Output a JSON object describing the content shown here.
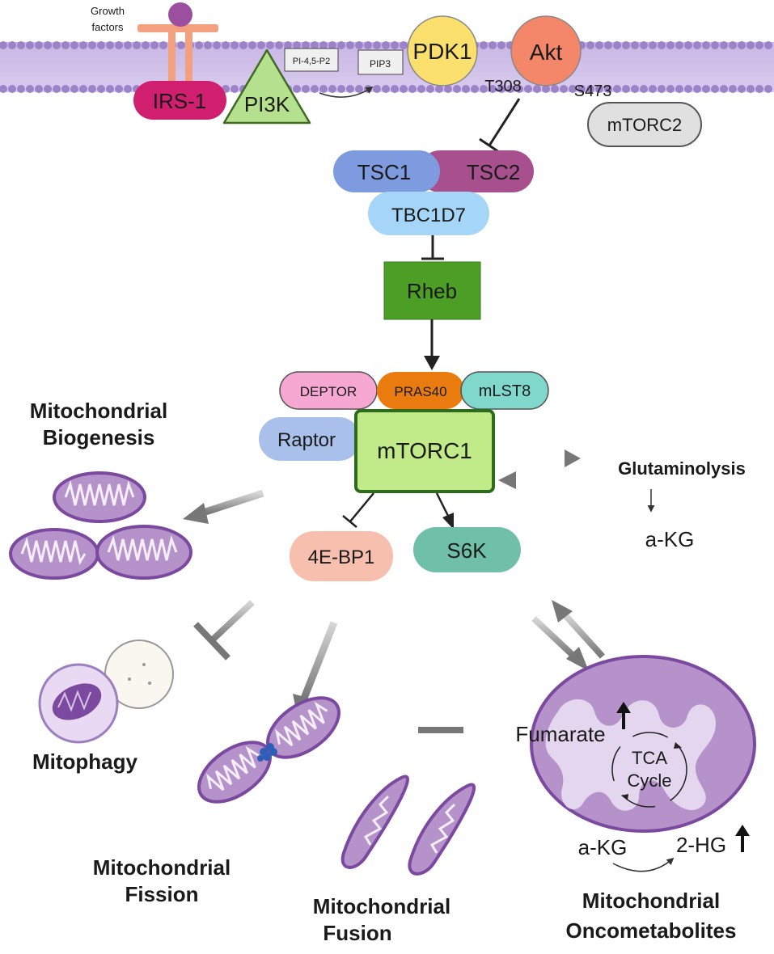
{
  "membrane": {
    "growth_factors_line1": "Growth",
    "growth_factors_line2": "factors",
    "pip2": "PI-4,5-P2",
    "pip3": "PIP3"
  },
  "nodes": {
    "irs1": "IRS-1",
    "pi3k": "PI3K",
    "pdk1": "PDK1",
    "akt": "Akt",
    "t308": "T308",
    "s473": "S473",
    "mtorc2": "mTORC2",
    "tsc1": "TSC1",
    "tsc2": "TSC2",
    "tbc1d7": "TBC1D7",
    "rheb": "Rheb",
    "deptor": "DEPTOR",
    "pras40": "PRAS40",
    "mlst8": "mLST8",
    "raptor": "Raptor",
    "mtorc1": "mTORC1",
    "ebp1": "4E-BP1",
    "s6k": "S6K"
  },
  "processes": {
    "glutaminolysis": "Glutaminolysis",
    "akg_top": "a-KG",
    "biogenesis_line1": "Mitochondrial",
    "biogenesis_line2": "Biogenesis",
    "mitophagy": "Mitophagy",
    "fission_line1": "Mitochondrial",
    "fission_line2": "Fission",
    "fusion_line1": "Mitochondrial",
    "fusion_line2": "Fusion",
    "onco_line1": "Mitochondrial",
    "onco_line2": "Oncometabolites",
    "fumarate": "Fumarate",
    "tca_line1": "TCA",
    "tca_line2": "Cycle",
    "akg_bottom": "a-KG",
    "hg2": "2-HG"
  },
  "colors": {
    "irs1": "#d01f6e",
    "pi3k": "#b5e08e",
    "pdk1": "#fbe06e",
    "akt": "#f4876a",
    "mtorc2": "#e0e0e0",
    "tsc1": "#7f9be0",
    "tsc2": "#a8508e",
    "tbc1d7": "#a6d6f7",
    "rheb": "#4c9e25",
    "deptor": "#f6a8d2",
    "pras40": "#ea7c0f",
    "mlst8": "#7fd8cb",
    "raptor": "#a9c1ea",
    "mtorc1": "#c1ea88",
    "ebp1": "#f7bfae",
    "s6k": "#6fc0a6",
    "mito": "#b592c9",
    "mito_dark": "#7b4aa0"
  }
}
